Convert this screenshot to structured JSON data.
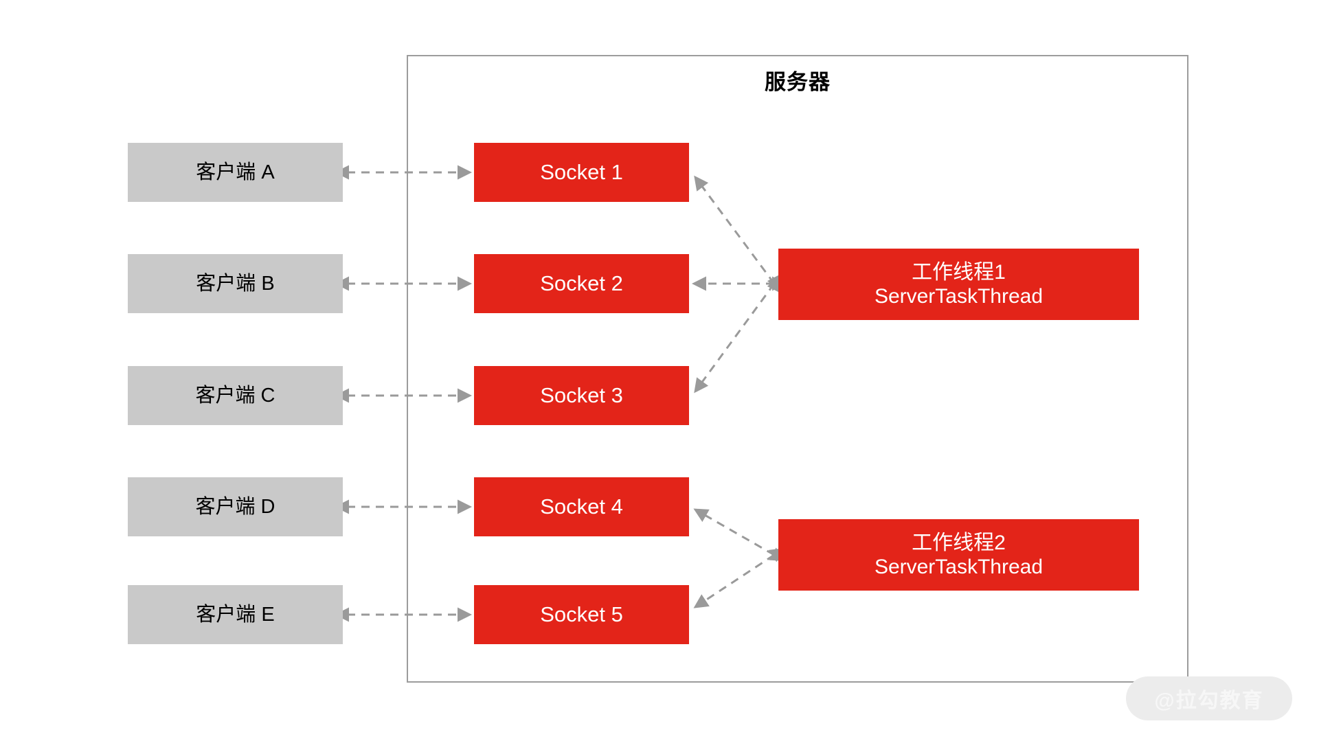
{
  "diagram": {
    "title": "服务器",
    "server_border_color": "#9c9c9c",
    "accent_color": "#e32419",
    "client_color": "#c9c9c9",
    "connector_color": "#9a9a9a"
  },
  "clients": [
    {
      "label": "客户端 A"
    },
    {
      "label": "客户端 B"
    },
    {
      "label": "客户端 C"
    },
    {
      "label": "客户端 D"
    },
    {
      "label": "客户端 E"
    }
  ],
  "sockets": [
    {
      "label": "Socket 1"
    },
    {
      "label": "Socket 2"
    },
    {
      "label": "Socket 3"
    },
    {
      "label": "Socket 4"
    },
    {
      "label": "Socket 5"
    }
  ],
  "workers": [
    {
      "line1": "工作线程1",
      "line2": "ServerTaskThread"
    },
    {
      "line1": "工作线程2",
      "line2": "ServerTaskThread"
    }
  ],
  "watermark": {
    "text": "@拉勾教育"
  }
}
